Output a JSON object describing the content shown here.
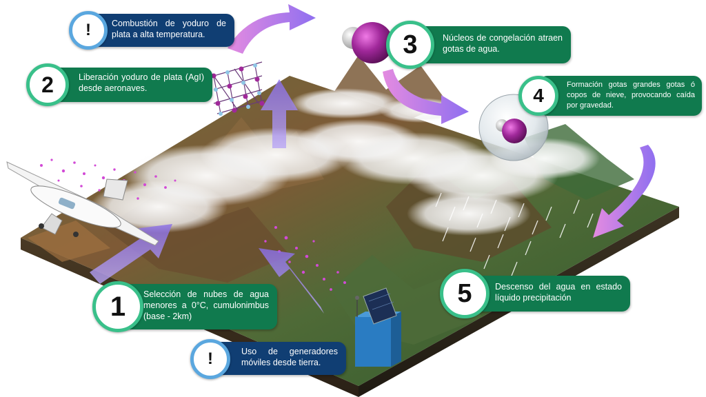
{
  "steps": [
    {
      "number": "!",
      "text": "Combustión de yoduro de plata a alta temperatura."
    },
    {
      "number": "2",
      "text": "Liberación yoduro de plata (AgI) desde aeronaves."
    },
    {
      "number": "3",
      "text": "Núcleos de congelación atraen gotas de agua."
    },
    {
      "number": "4",
      "text": "Formación gotas grandes gotas ó copos de nieve, provocando caída por gravedad."
    },
    {
      "number": "1",
      "text": "Selección de nubes de agua menores a 0°C, cumulonimbus (base - 2km)"
    },
    {
      "number": "5",
      "text": "Descenso del agua en estado líquido precipitación"
    },
    {
      "number": "!",
      "text": "Uso de generadores móviles desde tierra."
    }
  ],
  "colors": {
    "box_green": "#107a4e",
    "box_blue": "#103e73",
    "ring_green": "#39c08a",
    "ring_blue": "#5aa7df",
    "arrow": "#a98bf0",
    "particles": "#d24ad6",
    "molecule": "#a0289a"
  },
  "icons": [
    "airplane-icon",
    "solar-generator-icon",
    "crystal-lattice-icon",
    "molecule-icon",
    "droplet-icon"
  ]
}
